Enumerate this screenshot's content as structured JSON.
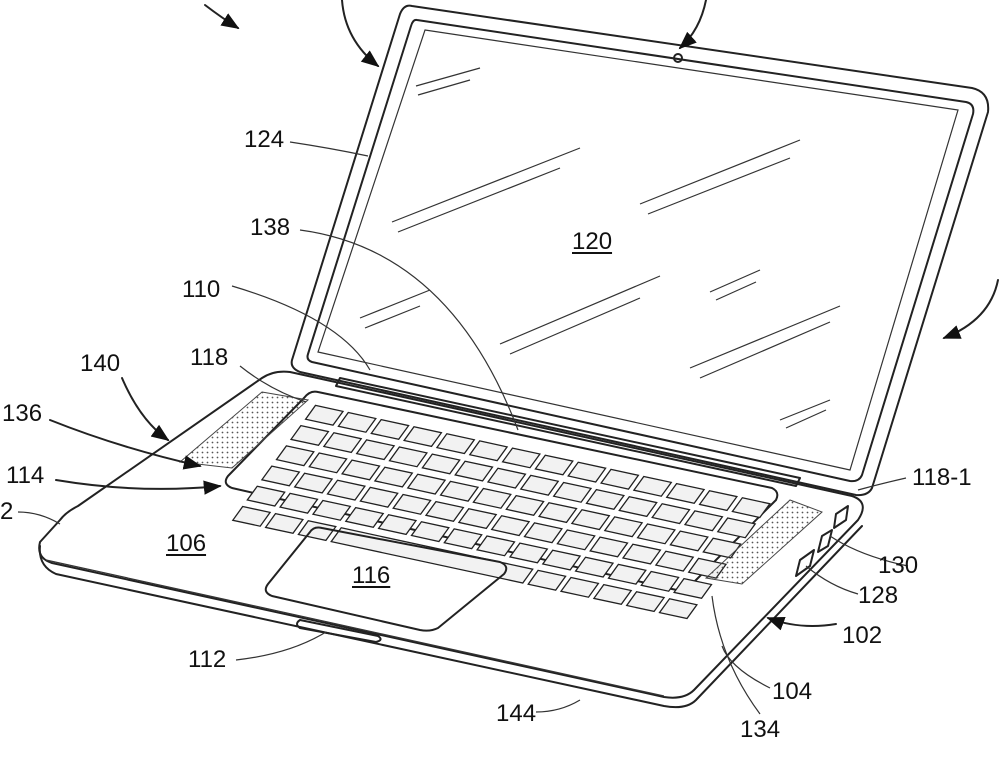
{
  "labels": {
    "l124": "124",
    "l138": "138",
    "l120": "120",
    "l110": "110",
    "l140": "140",
    "l118": "118",
    "l136": "136",
    "l114": "114",
    "l2": "2",
    "l106": "106",
    "l116": "116",
    "l118_1": "118-1",
    "l130": "130",
    "l128": "128",
    "l102": "102",
    "l112": "112",
    "l104": "104",
    "l144": "144",
    "l134": "134"
  }
}
